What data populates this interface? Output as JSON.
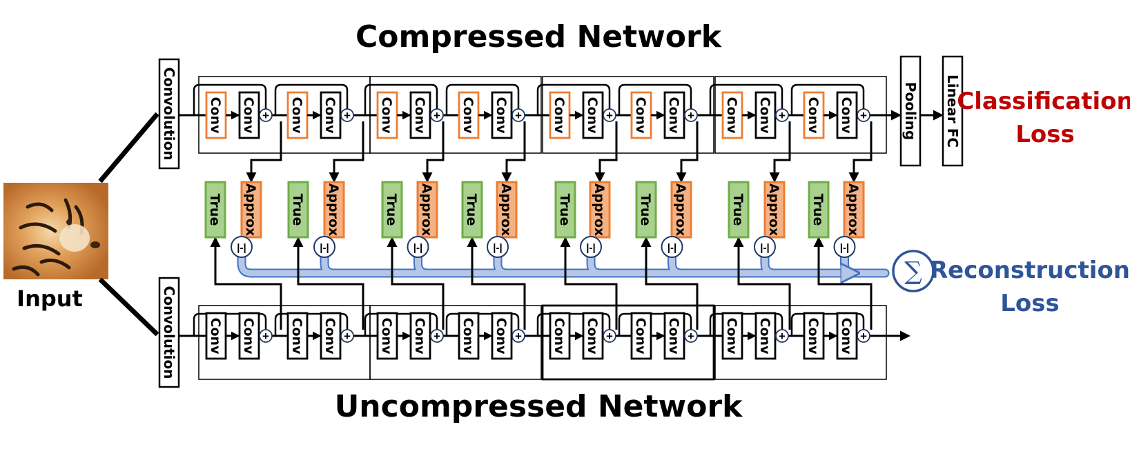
{
  "titles": {
    "top": "Compressed Network",
    "bottom": "Uncompressed Network"
  },
  "input": {
    "label": "Input"
  },
  "blocks": {
    "convolution": "Convolution",
    "conv": "Conv",
    "pooling": "Pooling",
    "linear_fc": "Linear FC",
    "true_label": "True",
    "approx_label": "Approx",
    "plus": "+",
    "diff": "|-|",
    "sigma": "∑"
  },
  "losses": {
    "classification": [
      "Classification",
      "Loss"
    ],
    "reconstruction": [
      "Reconstruction",
      "Loss"
    ]
  },
  "colors": {
    "compressed_conv_border": "#ED7D31",
    "approx_fill": "#F4B183",
    "approx_border": "#ED7D31",
    "true_fill": "#A9D18E",
    "true_border": "#70AD47",
    "reconstruction_path": "#B4C7E7",
    "reconstruction_path_border": "#4472C4",
    "classification_text": "#C00000",
    "reconstruction_text": "#2E5597",
    "sigma_circle": "#2F5597"
  },
  "icons": {
    "input_image": "tiger-photo-icon"
  }
}
